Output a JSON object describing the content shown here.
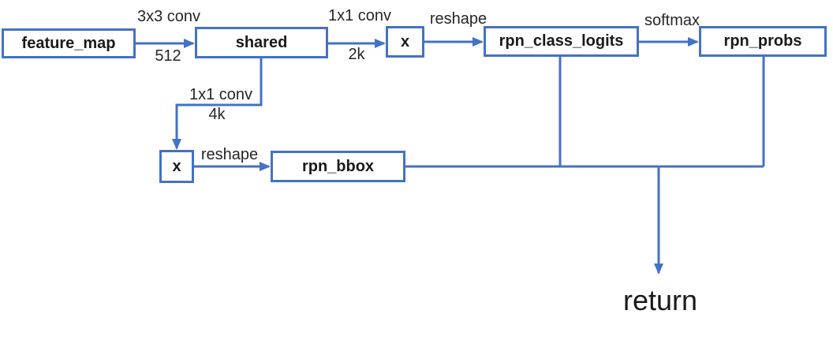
{
  "diagram": {
    "title_hint": "RPN head flow diagram",
    "accent_color": "#4472C4",
    "nodes": [
      {
        "id": "feature_map",
        "label": "feature_map"
      },
      {
        "id": "shared",
        "label": "shared"
      },
      {
        "id": "x_top",
        "label": "x"
      },
      {
        "id": "rpn_class_logits",
        "label": "rpn_class_logits"
      },
      {
        "id": "rpn_probs",
        "label": "rpn_probs"
      },
      {
        "id": "x_bottom",
        "label": "x"
      },
      {
        "id": "rpn_bbox",
        "label": "rpn_bbox"
      }
    ],
    "edge_labels": [
      {
        "id": "conv3x3",
        "label": "3x3 conv"
      },
      {
        "id": "channels_512",
        "label": "512"
      },
      {
        "id": "conv1x1_top",
        "label": "1x1 conv"
      },
      {
        "id": "channels_2k",
        "label": "2k"
      },
      {
        "id": "reshape_top",
        "label": "reshape"
      },
      {
        "id": "softmax",
        "label": "softmax"
      },
      {
        "id": "conv1x1_bottom",
        "label": "1x1 conv"
      },
      {
        "id": "channels_4k",
        "label": "4k"
      },
      {
        "id": "reshape_bottom",
        "label": "reshape"
      }
    ],
    "return_label": "return",
    "edges": [
      {
        "from": "feature_map",
        "to": "shared",
        "label": "3x3 conv / 512"
      },
      {
        "from": "shared",
        "to": "x_top",
        "label": "1x1 conv / 2k"
      },
      {
        "from": "x_top",
        "to": "rpn_class_logits",
        "label": "reshape"
      },
      {
        "from": "rpn_class_logits",
        "to": "rpn_probs",
        "label": "softmax"
      },
      {
        "from": "shared",
        "to": "x_bottom",
        "label": "1x1 conv / 4k"
      },
      {
        "from": "x_bottom",
        "to": "rpn_bbox",
        "label": "reshape"
      },
      {
        "from": "rpn_class_logits + rpn_probs + rpn_bbox",
        "to": "return",
        "label": ""
      }
    ]
  }
}
